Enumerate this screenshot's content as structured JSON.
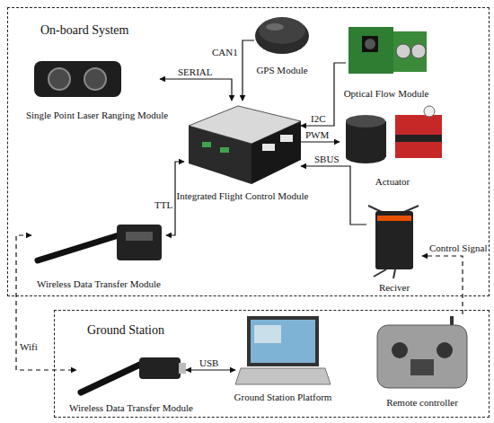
{
  "diagram": {
    "nodes": [
      {
        "text": [
          "On-board System"
        ]
      },
      {
        "text": [
          "GPS Module"
        ],
        "in": 0
      },
      {
        "text": [
          "Single Point Laser Ranging Module"
        ],
        "in": 0
      },
      {
        "text": [
          "Optical Flow Module"
        ],
        "in": 0
      },
      {
        "text": [
          "Integrated Flight Control Module"
        ],
        "in": 0
      },
      {
        "text": [
          "Actuator"
        ],
        "in": 0
      },
      {
        "text": [
          "Wireless Data Transfer Module"
        ],
        "in": 0
      },
      {
        "text": [
          "Reciver"
        ],
        "in": 0
      },
      {
        "text": [
          "Ground Station"
        ]
      },
      {
        "text": [
          "Wireless Data Transfer Module"
        ],
        "in": 8
      },
      {
        "text": [
          "Ground Station Platform"
        ],
        "in": 8
      },
      {
        "text": [
          "Remote controller"
        ],
        "in": 8
      }
    ],
    "edges": [
      {
        "from": 1,
        "to": 4,
        "label": "CAN1",
        "arrow": "to"
      },
      {
        "from": 2,
        "to": 4,
        "label": "SERIAL",
        "arrow": "both"
      },
      {
        "from": 3,
        "to": 4,
        "label": "I2C",
        "arrow": "to"
      },
      {
        "from": 4,
        "to": 5,
        "label": "PWM",
        "arrow": "to"
      },
      {
        "from": 7,
        "to": 4,
        "label": "SBUS",
        "arrow": "to"
      },
      {
        "from": 6,
        "to": 4,
        "label": "TTL",
        "arrow": "both"
      },
      {
        "from": 6,
        "to": 9,
        "label": "Wifi",
        "arrow": "both"
      },
      {
        "from": 9,
        "to": 10,
        "label": "USB",
        "arrow": "both"
      },
      {
        "from": 11,
        "to": 7,
        "label": "Control Signal",
        "arrow": "to"
      }
    ]
  }
}
